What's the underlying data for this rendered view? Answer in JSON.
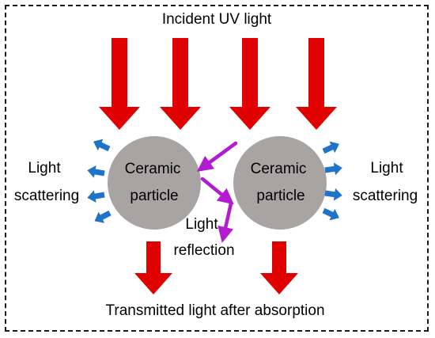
{
  "labels": {
    "incident": "Incident UV light",
    "ceramic_left_line1": "Ceramic",
    "ceramic_left_line2": "particle",
    "ceramic_right_line1": "Ceramic",
    "ceramic_right_line2": "particle",
    "scatter_left_line1": "Light",
    "scatter_left_line2": "scattering",
    "scatter_right_line1": "Light",
    "scatter_right_line2": "scattering",
    "reflection_line1": "Light",
    "reflection_line2": "reflection",
    "transmitted": "Transmitted light after absorption"
  },
  "colors": {
    "incident_arrow": "#e00000",
    "particle": "#a9a4a4",
    "scatter_arrow": "#1f73c9",
    "reflection_arrow": "#b31ad1",
    "border": "#1a1a1a"
  },
  "icons": {
    "incident": "arrow-down-red",
    "transmitted": "arrow-down-red",
    "scatter": "arrow-small-blue",
    "reflection": "arrow-purple"
  }
}
